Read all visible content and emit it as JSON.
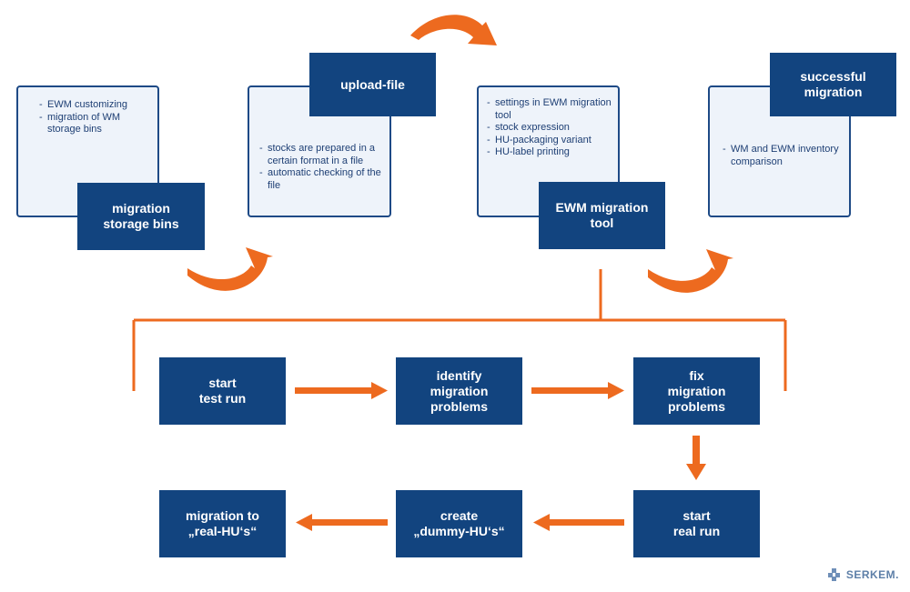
{
  "phases": [
    {
      "title": "migration\nstorage bins",
      "notes": [
        "EWM customizing",
        "migration of WM storage bins"
      ]
    },
    {
      "title": "upload-file",
      "notes": [
        "stocks are prepared in a certain format in a file",
        "automatic checking of the file"
      ]
    },
    {
      "title": "EWM migration\ntool",
      "notes": [
        "settings in EWM migration tool",
        "stock expression",
        "HU-packaging variant",
        "HU-label printing"
      ]
    },
    {
      "title": "successful\nmigration",
      "notes": [
        "WM and EWM inventory comparison"
      ]
    }
  ],
  "process": {
    "start_test_run": "start\ntest run",
    "identify_problems": "identify\nmigration\nproblems",
    "fix_problems": "fix\nmigration\nproblems",
    "start_real_run": "start\nreal run",
    "create_dummy_hus": "create\n„dummy-HU‘s“",
    "migration_real_hus": "migration to\n„real-HU‘s“"
  },
  "logo_text": "SERKEM.",
  "colors": {
    "navy": "#12447f",
    "orange": "#ed6a1f",
    "card_bg": "#eef3fa",
    "card_border": "#1e4a86"
  }
}
